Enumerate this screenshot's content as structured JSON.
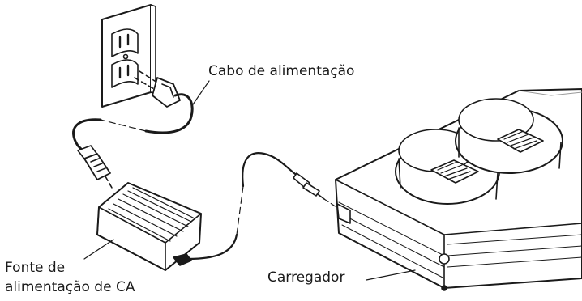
{
  "labels": {
    "power_cable": "Cabo de alimentação",
    "ac_adapter_line1": "Fonte de",
    "ac_adapter_line2": "alimentação de CA",
    "charger": "Carregador"
  },
  "colors": {
    "stroke": "#1a1a1a",
    "fill": "#ffffff",
    "shade": "#9a9a9a"
  }
}
